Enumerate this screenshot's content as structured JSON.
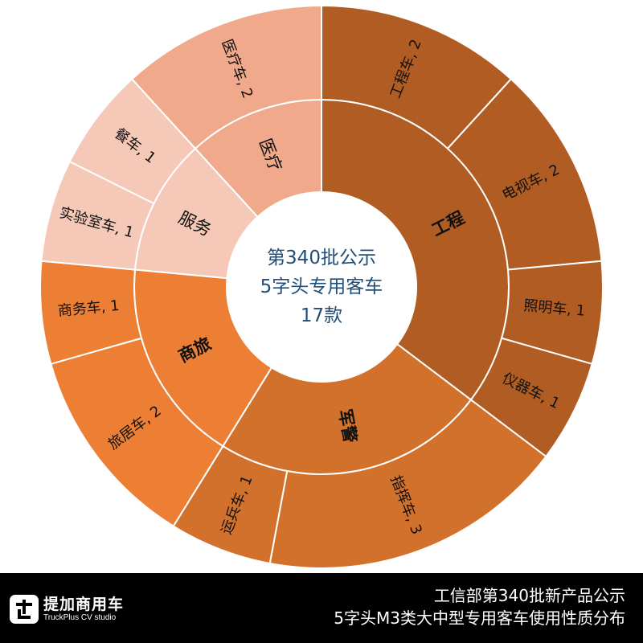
{
  "chart_data": {
    "type": "sunburst",
    "center_text": [
      "第340批公示",
      "5字头专用客车",
      "17款"
    ],
    "total": 17,
    "groups": [
      {
        "name": "工程",
        "color": "#b05c23",
        "bold": true,
        "children": [
          {
            "name": "工程车",
            "value": 2
          },
          {
            "name": "电视车",
            "value": 2
          },
          {
            "name": "照明车",
            "value": 1
          },
          {
            "name": "仪器车",
            "value": 1
          }
        ]
      },
      {
        "name": "军警",
        "color": "#d2712c",
        "bold": true,
        "children": [
          {
            "name": "指挥车",
            "value": 3
          },
          {
            "name": "运兵车",
            "value": 1
          }
        ]
      },
      {
        "name": "商旅",
        "color": "#ed7f35",
        "bold": true,
        "children": [
          {
            "name": "旅居车",
            "value": 2
          },
          {
            "name": "商务车",
            "value": 1
          }
        ]
      },
      {
        "name": "服务",
        "color": "#f5c8b7",
        "bold": false,
        "children": [
          {
            "name": "实验室车",
            "value": 1
          },
          {
            "name": "餐车",
            "value": 1
          }
        ]
      },
      {
        "name": "医疗",
        "color": "#f0a98a",
        "bold": false,
        "children": [
          {
            "name": "医疗车",
            "value": 2
          }
        ]
      }
    ]
  },
  "footer": {
    "logo_cn": "提加商用车",
    "logo_en": "TruckPlus CV studio",
    "title_line1": "工信部第340批新产品公示",
    "title_line2": "5字头M3类大中型专用客车使用性质分布"
  }
}
